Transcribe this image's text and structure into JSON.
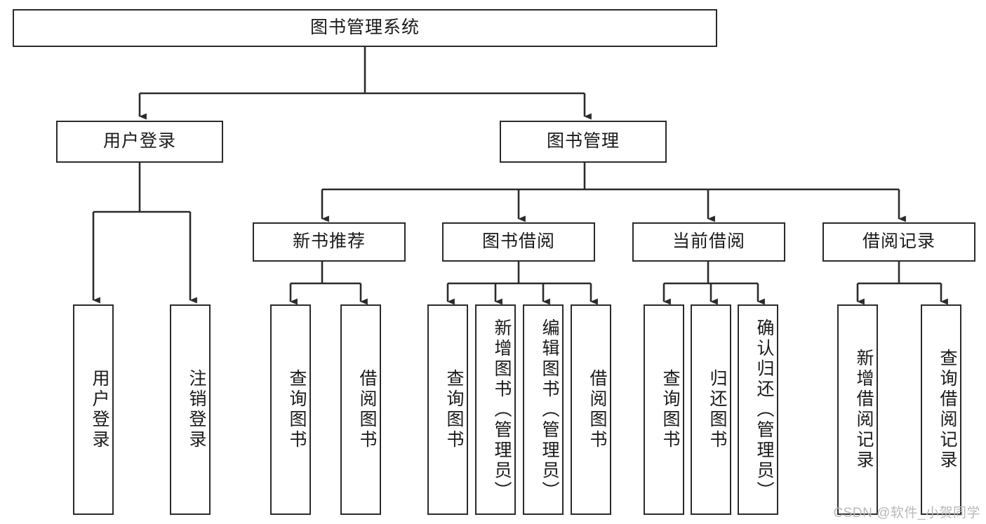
{
  "diagram": {
    "title": "图书管理系统",
    "type": "tree-hierarchy-chart",
    "stroke_color": "#2b2b2b",
    "fill_color": "#ffffff",
    "text_color": "#1a1a1a",
    "root": {
      "label": "图书管理系统"
    },
    "level2": [
      {
        "label": "用户登录"
      },
      {
        "label": "图书管理"
      }
    ],
    "level3": [
      {
        "label": "新书推荐"
      },
      {
        "label": "图书借阅"
      },
      {
        "label": "当前借阅"
      },
      {
        "label": "借阅记录"
      }
    ],
    "leaves": {
      "user_login": [
        {
          "label": "用户登录"
        },
        {
          "label": "注销登录"
        }
      ],
      "new_book_recommend": [
        {
          "label": "查询图书"
        },
        {
          "label": "借阅图书"
        }
      ],
      "book_borrow": [
        {
          "label": "查询图书"
        },
        {
          "label": "新增图书（管理员）"
        },
        {
          "label": "编辑图书（管理员）"
        },
        {
          "label": "借阅图书"
        }
      ],
      "current_borrow": [
        {
          "label": "查询图书"
        },
        {
          "label": "归还图书"
        },
        {
          "label": "确认归还（管理员）"
        }
      ],
      "borrow_record": [
        {
          "label": "新增借阅记录"
        },
        {
          "label": "查询借阅记录"
        }
      ]
    }
  },
  "watermark": {
    "text": "CSDN @软件_小贺同学"
  }
}
